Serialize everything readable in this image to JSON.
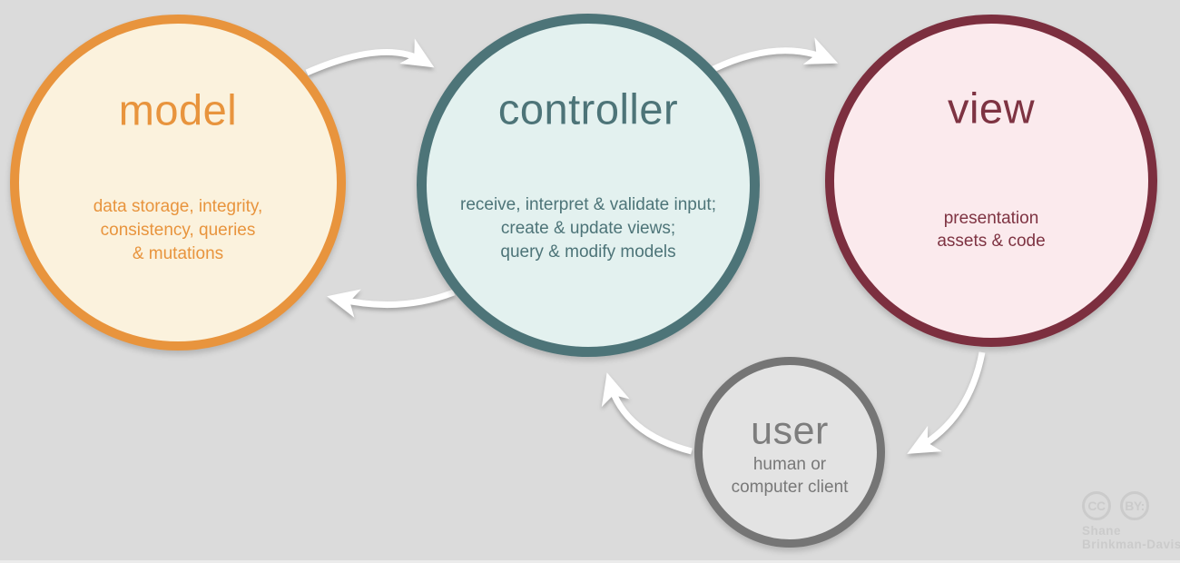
{
  "diagram_type": "mvc-architecture-cycle",
  "colors": {
    "background": "#dbdbdb",
    "arrow": "#ffffff",
    "model_border": "#e8943d",
    "model_fill": "#fbf2dd",
    "controller_border": "#4d7478",
    "controller_fill": "#e3f1ef",
    "view_border": "#7c2f3f",
    "view_fill": "#fbeaed",
    "user_border": "#757575",
    "user_fill": "#e3e3e3",
    "watermark": "#cbcbcb"
  },
  "nodes": {
    "model": {
      "title": "model",
      "lines": [
        "data storage, integrity,",
        "consistency, queries",
        "& mutations"
      ]
    },
    "controller": {
      "title": "controller",
      "lines": [
        "receive, interpret & validate input;",
        "create & update views;",
        "query & modify models"
      ]
    },
    "view": {
      "title": "view",
      "lines": [
        "presentation",
        "assets & code"
      ]
    },
    "user": {
      "title": "user",
      "lines": [
        "human or",
        "computer client"
      ]
    }
  },
  "arrows": [
    {
      "from": "model",
      "to": "controller"
    },
    {
      "from": "controller",
      "to": "model"
    },
    {
      "from": "controller",
      "to": "view"
    },
    {
      "from": "view",
      "to": "user"
    },
    {
      "from": "user",
      "to": "controller"
    }
  ],
  "attribution": {
    "badge_cc": "CC",
    "badge_by": "BY:",
    "credit_line1": "Shane",
    "credit_line2": "Brinkman-Davis"
  }
}
